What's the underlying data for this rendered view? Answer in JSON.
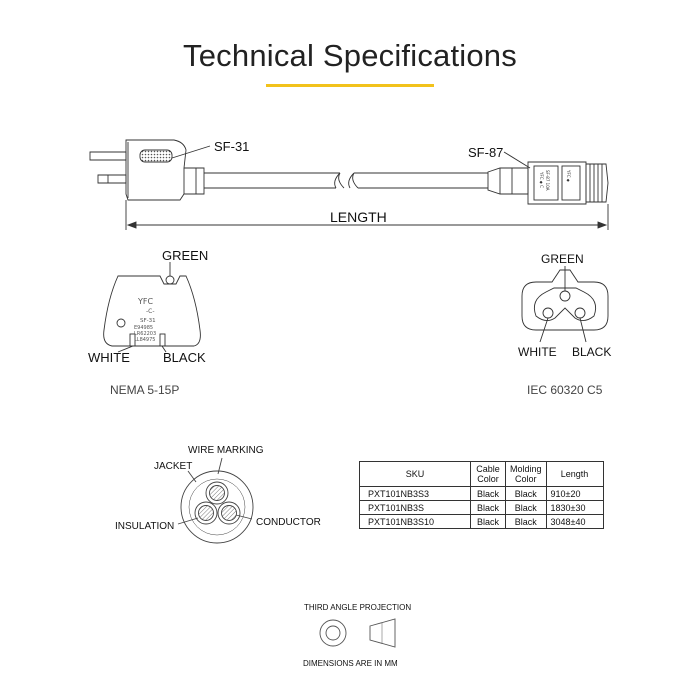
{
  "title": "Technical Specifications",
  "colors": {
    "accent": "#f2c21b",
    "line": "#333333"
  },
  "cable": {
    "plug_label": "SF-31",
    "connector_label": "SF-87",
    "length_label": "LENGTH"
  },
  "plug": {
    "green_label": "GREEN",
    "white_label": "WHITE",
    "black_label": "BLACK",
    "caption": "NEMA 5-15P",
    "markings": [
      "YFC",
      "-C-",
      "SF-31",
      "E94985",
      "LR62203",
      "LL84975"
    ]
  },
  "connector": {
    "green_label": "GREEN",
    "white_label": "WHITE",
    "black_label": "BLACK",
    "caption": "IEC 60320 C5"
  },
  "cross_section": {
    "wire_marking": "WIRE MARKING",
    "jacket": "JACKET",
    "insulation": "INSULATION",
    "conductor": "CONDUCTOR"
  },
  "sku_table": {
    "headers": [
      "SKU",
      "Cable Color",
      "Molding Color",
      "Length"
    ],
    "rows": [
      [
        "PXT101NB3S3",
        "Black",
        "Black",
        "910±20"
      ],
      [
        "PXT101NB3S",
        "Black",
        "Black",
        "1830±30"
      ],
      [
        "PXT101NB3S10",
        "Black",
        "Black",
        "3048±40"
      ]
    ]
  },
  "projection": {
    "title": "THIRD ANGLE PROJECTION",
    "note": "DIMENSIONS ARE IN MM"
  }
}
